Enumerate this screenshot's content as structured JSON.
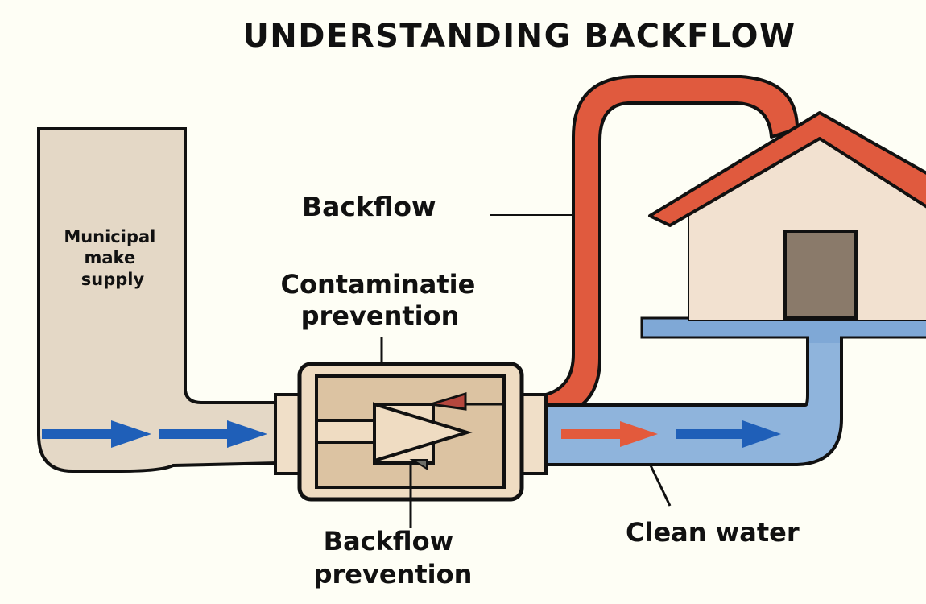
{
  "title": "UNDERSTANDING BACKFLOW",
  "labels": {
    "municipal_supply": [
      "Municipal",
      "make",
      "supply"
    ],
    "backflow": "Backflow",
    "contamination_prevention": [
      "Contaminatie",
      "prevention"
    ],
    "backflow_prevention": [
      "Backflow",
      "prevention"
    ],
    "clean_water": "Clean water"
  },
  "colors": {
    "background": "#fefef5",
    "supply_pipe": "#e4d8c6",
    "device_body": "#e8d3b8",
    "device_inner": "#dcc3a2",
    "backflow_pipe": "#e05a3e",
    "clean_pipe": "#8fb4dc",
    "flow_arrow_blue": "#1f5fb8",
    "flow_arrow_red": "#e35a3c",
    "house_wall": "#f2e1d0",
    "roof": "#e05a3e",
    "door": "#8a7a6a",
    "check_valve_flap": "#b5473e",
    "outline": "#111111"
  }
}
